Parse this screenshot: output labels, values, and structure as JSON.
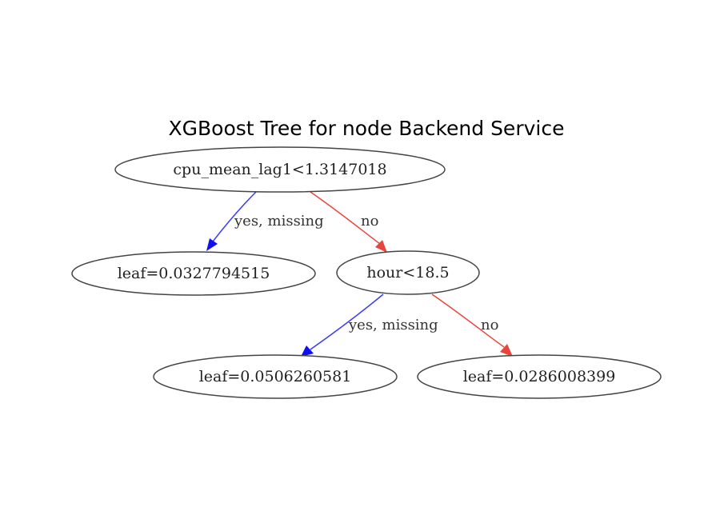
{
  "title": "XGBoost Tree for node Backend Service",
  "colors": {
    "yes_edge": "#3a3aff",
    "no_edge": "#e8453c",
    "node_border": "#444444"
  },
  "tree": {
    "root": {
      "label": "cpu_mean_lag1<1.3147018",
      "yes_label": "yes, missing",
      "no_label": "no"
    },
    "leaf_1": {
      "label": "leaf=0.0327794515"
    },
    "split_1": {
      "label": "hour<18.5",
      "yes_label": "yes, missing",
      "no_label": "no"
    },
    "leaf_2": {
      "label": "leaf=0.0506260581"
    },
    "leaf_3": {
      "label": "leaf=0.0286008399"
    }
  }
}
